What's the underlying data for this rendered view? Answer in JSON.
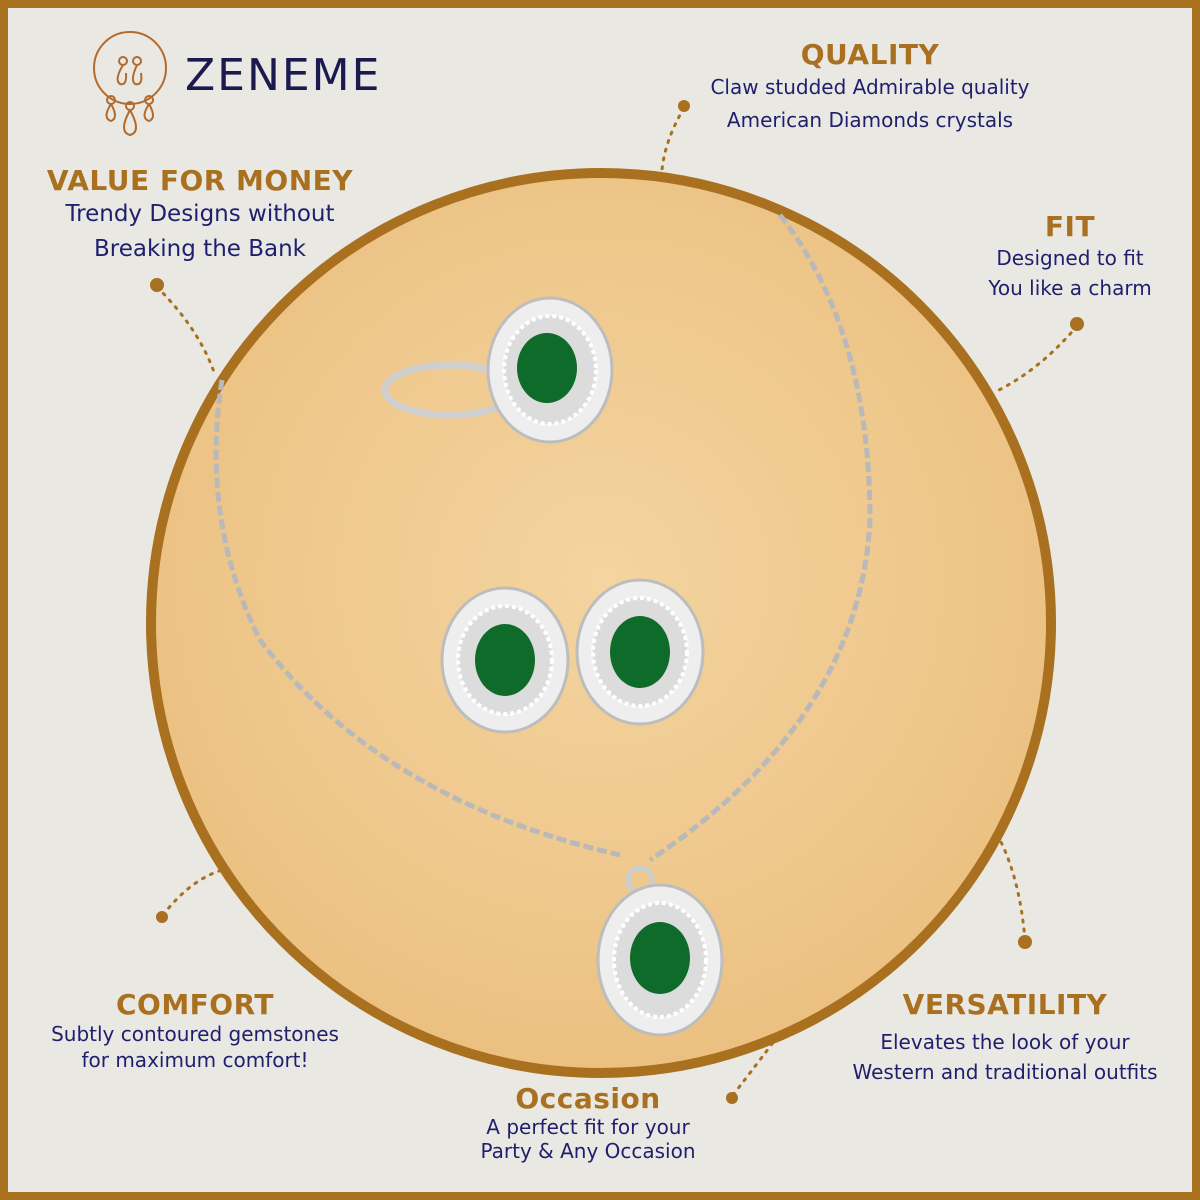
{
  "brand": {
    "name": "ZENEME",
    "logo_icon": "earring-necklace-logo"
  },
  "colors": {
    "accent": "#a8701f",
    "text": "#1f1f6e",
    "background": "#e9e8e3",
    "gem": "#0f6b2a"
  },
  "features": [
    {
      "title": "QUALITY",
      "lines": [
        "Claw studded Admirable quality",
        "American Diamonds crystals"
      ]
    },
    {
      "title": "VALUE FOR MONEY",
      "lines": [
        "Trendy Designs without",
        "Breaking the Bank"
      ]
    },
    {
      "title": "FIT",
      "lines": [
        "Designed to fit",
        "You like a charm"
      ]
    },
    {
      "title": "COMFORT",
      "lines": [
        "Subtly contoured gemstones",
        "for maximum comfort!"
      ]
    },
    {
      "title": "VERSATILITY",
      "lines": [
        "Elevates the look of your",
        "Western and traditional outfits"
      ]
    },
    {
      "title": "Occasion",
      "lines": [
        "A perfect fit for your",
        "Party & Any Occasion"
      ]
    }
  ]
}
